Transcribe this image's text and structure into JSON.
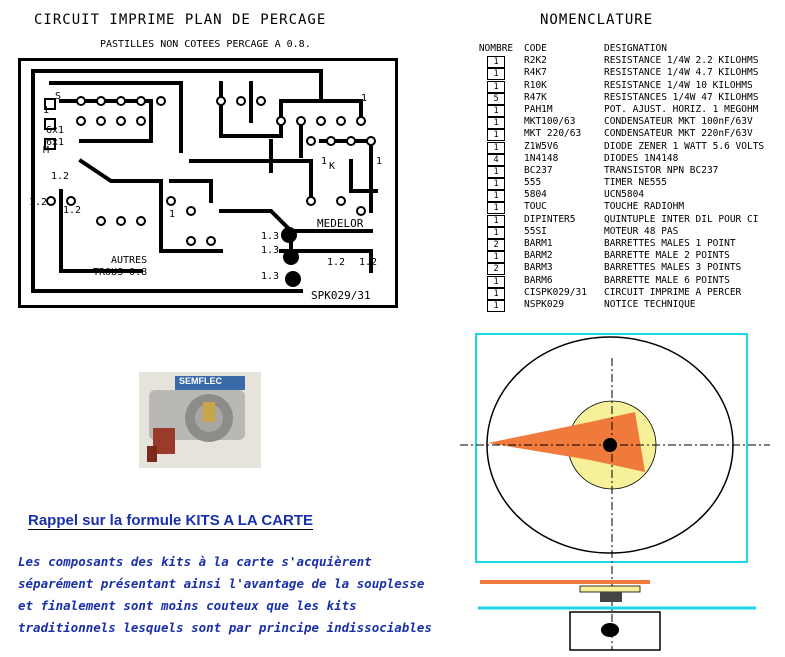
{
  "pcb": {
    "title": "CIRCUIT IMPRIME PLAN DE PERCAGE",
    "subtitle": "PASTILLES NON COTEES PERCAGE A 0.8.",
    "labels": {
      "six1_a": "6x1",
      "six1_b": "6x1",
      "m": "M",
      "s": "S",
      "k": "K",
      "one_a": "1",
      "one_b": "1",
      "one_c": "1",
      "one_d": "1",
      "one_e": "1",
      "one_two_a": "1.2",
      "one_two_b": "1.2",
      "one_two_c": "1.2",
      "one_two_d": "1.2",
      "one_two_e": "1.2",
      "one_three_a": "1.3",
      "one_three_b": "1.3",
      "one_three_c": "1.3",
      "autres": "AUTRES",
      "trous": "TROUS 0.8",
      "medelor": "MEDELOR",
      "ref": "SPK029/31"
    }
  },
  "nomenclature": {
    "title": "NOMENCLATURE",
    "headers": {
      "nombre": "NOMBRE",
      "code": "CODE",
      "designation": "DESIGNATION"
    },
    "rows": [
      {
        "n": "1",
        "code": "R2K2",
        "designation": "RESISTANCE 1/4W 2.2 KILOHMS"
      },
      {
        "n": "1",
        "code": "R4K7",
        "designation": "RESISTANCE 1/4W 4.7 KILOHMS"
      },
      {
        "n": "1",
        "code": "R10K",
        "designation": "RESISTANCE 1/4W 10 KILOHMS"
      },
      {
        "n": "5",
        "code": "R47K",
        "designation": "RESISTANCES 1/4W 47 KILOHMS"
      },
      {
        "n": "1",
        "code": "PAH1M",
        "designation": "POT. AJUST. HORIZ. 1 MEGOHM"
      },
      {
        "n": "1",
        "code": "MKT100/63",
        "designation": "CONDENSATEUR MKT 100nF/63V"
      },
      {
        "n": "1",
        "code": "MKT 220/63",
        "designation": "CONDENSATEUR MKT 220nF/63V"
      },
      {
        "n": "1",
        "code": "Z1W5V6",
        "designation": "DIODE ZENER 1 WATT 5.6 VOLTS"
      },
      {
        "n": "4",
        "code": "1N4148",
        "designation": "DIODES 1N4148"
      },
      {
        "n": "1",
        "code": "BC237",
        "designation": "TRANSISTOR NPN BC237"
      },
      {
        "n": "1",
        "code": "555",
        "designation": "TIMER NE555"
      },
      {
        "n": "1",
        "code": "5804",
        "designation": "UCN5804"
      },
      {
        "n": "1",
        "code": "TOUC",
        "designation": "TOUCHE RADIOHM"
      },
      {
        "n": "1",
        "code": "DIPINTER5",
        "designation": "QUINTUPLE INTER DIL POUR CI"
      },
      {
        "n": "1",
        "code": "55SI",
        "designation": "MOTEUR 48 PAS"
      },
      {
        "n": "2",
        "code": "BARM1",
        "designation": "BARRETTES MALES 1 POINT"
      },
      {
        "n": "1",
        "code": "BARM2",
        "designation": "BARRETTE MALE 2 POINTS"
      },
      {
        "n": "2",
        "code": "BARM3",
        "designation": "BARRETTES MALES 3 POINTS"
      },
      {
        "n": "1",
        "code": "BARM6",
        "designation": "BARRETTE MALE 6 POINTS"
      },
      {
        "n": "1",
        "code": "CISPK029/31",
        "designation": "CIRCUIT IMPRIME A PERCER"
      },
      {
        "n": "1",
        "code": "NSPK029",
        "designation": "NOTICE TECHNIQUE"
      }
    ]
  },
  "motor_photo": {
    "brand": "SEMFLEC"
  },
  "rappel": "Rappel sur la formule  KITS A LA CARTE",
  "paragraph": [
    "Les composants des kits à la carte s'acquièrent",
    "séparément présentant ainsi l'avantage de la souplesse",
    "et finalement sont moins couteux que les kits",
    "traditionnels lesquels sont par principe indissociables"
  ],
  "colors": {
    "text_blue": "#1a2faa",
    "cyan": "#19d7e6",
    "orange": "#f07a3c",
    "yellow": "#f6f09a"
  }
}
